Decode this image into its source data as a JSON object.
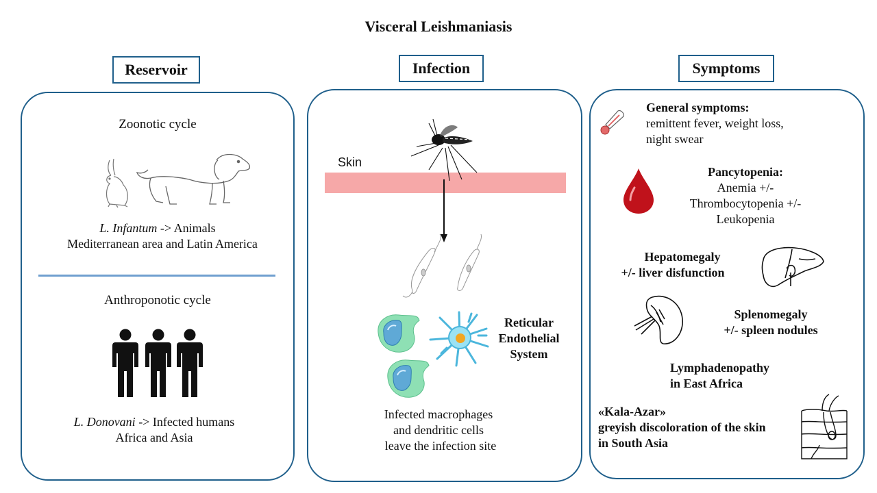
{
  "title": "Visceral Leishmaniasis",
  "reservoir": {
    "header": "Reservoir",
    "zoonotic": {
      "label": "Zoonotic cycle",
      "species": "L. Infantum",
      "arrow_text": " -> Animals",
      "region": "Mediterranean area and Latin America",
      "icons": [
        "rabbit-icon",
        "dog-icon"
      ]
    },
    "anthroponotic": {
      "label": "Anthroponotic cycle",
      "species": "L. Donovani",
      "arrow_text": " -> Infected humans",
      "region": "Africa and Asia",
      "icons": [
        "person-icon",
        "person-icon",
        "person-icon"
      ]
    }
  },
  "infection": {
    "header": "Infection",
    "skin_label": "Skin",
    "res_line1": "Reticular",
    "res_line2": "Endothelial",
    "res_line3": "System",
    "caption_line1": "Infected macrophages",
    "caption_line2": "and dendritic cells",
    "caption_line3": "leave the infection site",
    "colors": {
      "skin": "#f6a8a8",
      "macrophage": "#8ee0b4",
      "dendritic": "#7fd6ef"
    },
    "icons": [
      "mosquito-icon",
      "promastigote-icon",
      "macrophage-icon",
      "dendritic-cell-icon"
    ]
  },
  "symptoms": {
    "header": "Symptoms",
    "general_title": "General symptoms:",
    "general_line1": "remittent fever, weight loss,",
    "general_line2": "night swear",
    "pancyto_title": "Pancytopenia:",
    "pancyto_line1": "Anemia +/-",
    "pancyto_line2": "Thrombocytopenia +/-",
    "pancyto_line3": "Leukopenia",
    "hepato_line1": "Hepatomegaly",
    "hepato_line2": "+/- liver disfunction",
    "spleno_line1": "Splenomegaly",
    "spleno_line2": "+/- spleen nodules",
    "lymph_line1": "Lymphadenopathy",
    "lymph_line2": "in East Africa",
    "kala_line1": "«Kala-Azar»",
    "kala_line2": "greyish discoloration of the skin",
    "kala_line3": "in South Asia",
    "colors": {
      "blood": "#c0121b",
      "accent": "#1f5f8b"
    },
    "icons": [
      "thermometer-icon",
      "blood-drop-icon",
      "liver-icon",
      "spleen-icon",
      "skin-hair-icon"
    ]
  }
}
